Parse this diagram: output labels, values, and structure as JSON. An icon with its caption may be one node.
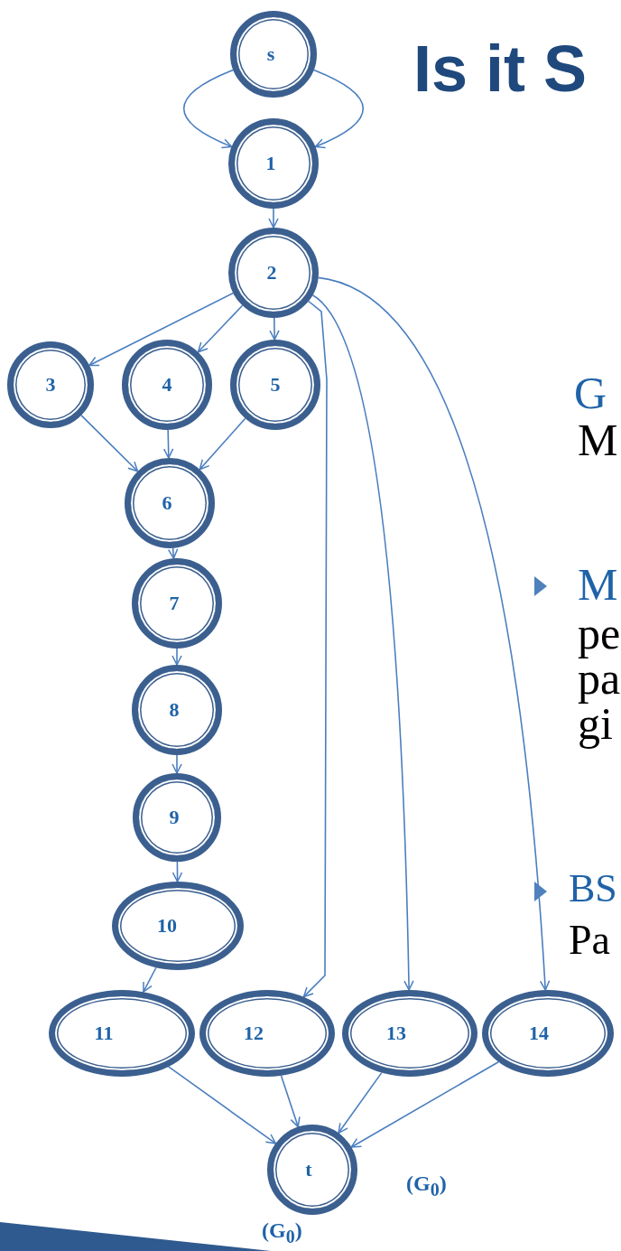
{
  "diagram": {
    "title": "Is it S",
    "nodes": [
      {
        "text": [
          "s"
        ]
      },
      {
        "text": [
          "1"
        ]
      },
      {
        "text": [
          "2"
        ]
      },
      {
        "text": [
          "3"
        ]
      },
      {
        "text": [
          "4"
        ]
      },
      {
        "text": [
          "5"
        ]
      },
      {
        "text": [
          "6"
        ]
      },
      {
        "text": [
          "7"
        ]
      },
      {
        "text": [
          "8"
        ]
      },
      {
        "text": [
          "9"
        ]
      },
      {
        "text": [
          "10"
        ]
      },
      {
        "text": [
          "11"
        ]
      },
      {
        "text": [
          "12"
        ]
      },
      {
        "text": [
          "13"
        ]
      },
      {
        "text": [
          "14"
        ]
      },
      {
        "text": [
          "t"
        ],
        "beside": [
          "(G$_{0}$)"
        ]
      }
    ],
    "edges": [
      {
        "from": 0,
        "to": 1,
        "arrow": "to"
      },
      {
        "from": 0,
        "to": 1,
        "arrow": "to"
      },
      {
        "from": 1,
        "to": 2,
        "arrow": "to"
      },
      {
        "from": 2,
        "to": 3,
        "arrow": "to"
      },
      {
        "from": 2,
        "to": 4,
        "arrow": "to"
      },
      {
        "from": 2,
        "to": 5,
        "arrow": "to"
      },
      {
        "from": 2,
        "to": 12,
        "arrow": "to"
      },
      {
        "from": 2,
        "to": 13,
        "arrow": "to"
      },
      {
        "from": 2,
        "to": 14,
        "arrow": "to"
      },
      {
        "from": 3,
        "to": 6,
        "arrow": "to"
      },
      {
        "from": 4,
        "to": 6,
        "arrow": "to"
      },
      {
        "from": 5,
        "to": 6,
        "arrow": "to"
      },
      {
        "from": 6,
        "to": 7,
        "arrow": "to"
      },
      {
        "from": 7,
        "to": 8,
        "arrow": "to"
      },
      {
        "from": 8,
        "to": 9,
        "arrow": "to"
      },
      {
        "from": 9,
        "to": 10,
        "arrow": "to"
      },
      {
        "from": 10,
        "to": 11,
        "arrow": "to"
      },
      {
        "from": 11,
        "to": 15,
        "arrow": "to"
      },
      {
        "from": 12,
        "to": 15,
        "arrow": "to"
      },
      {
        "from": 13,
        "to": 15,
        "arrow": "to"
      },
      {
        "from": 14,
        "to": 15,
        "arrow": "to"
      }
    ],
    "labels": [
      "G",
      "M",
      "M",
      "pe",
      "pa",
      "gi",
      "BS",
      "Pa",
      "(G$_{0}$)"
    ]
  }
}
